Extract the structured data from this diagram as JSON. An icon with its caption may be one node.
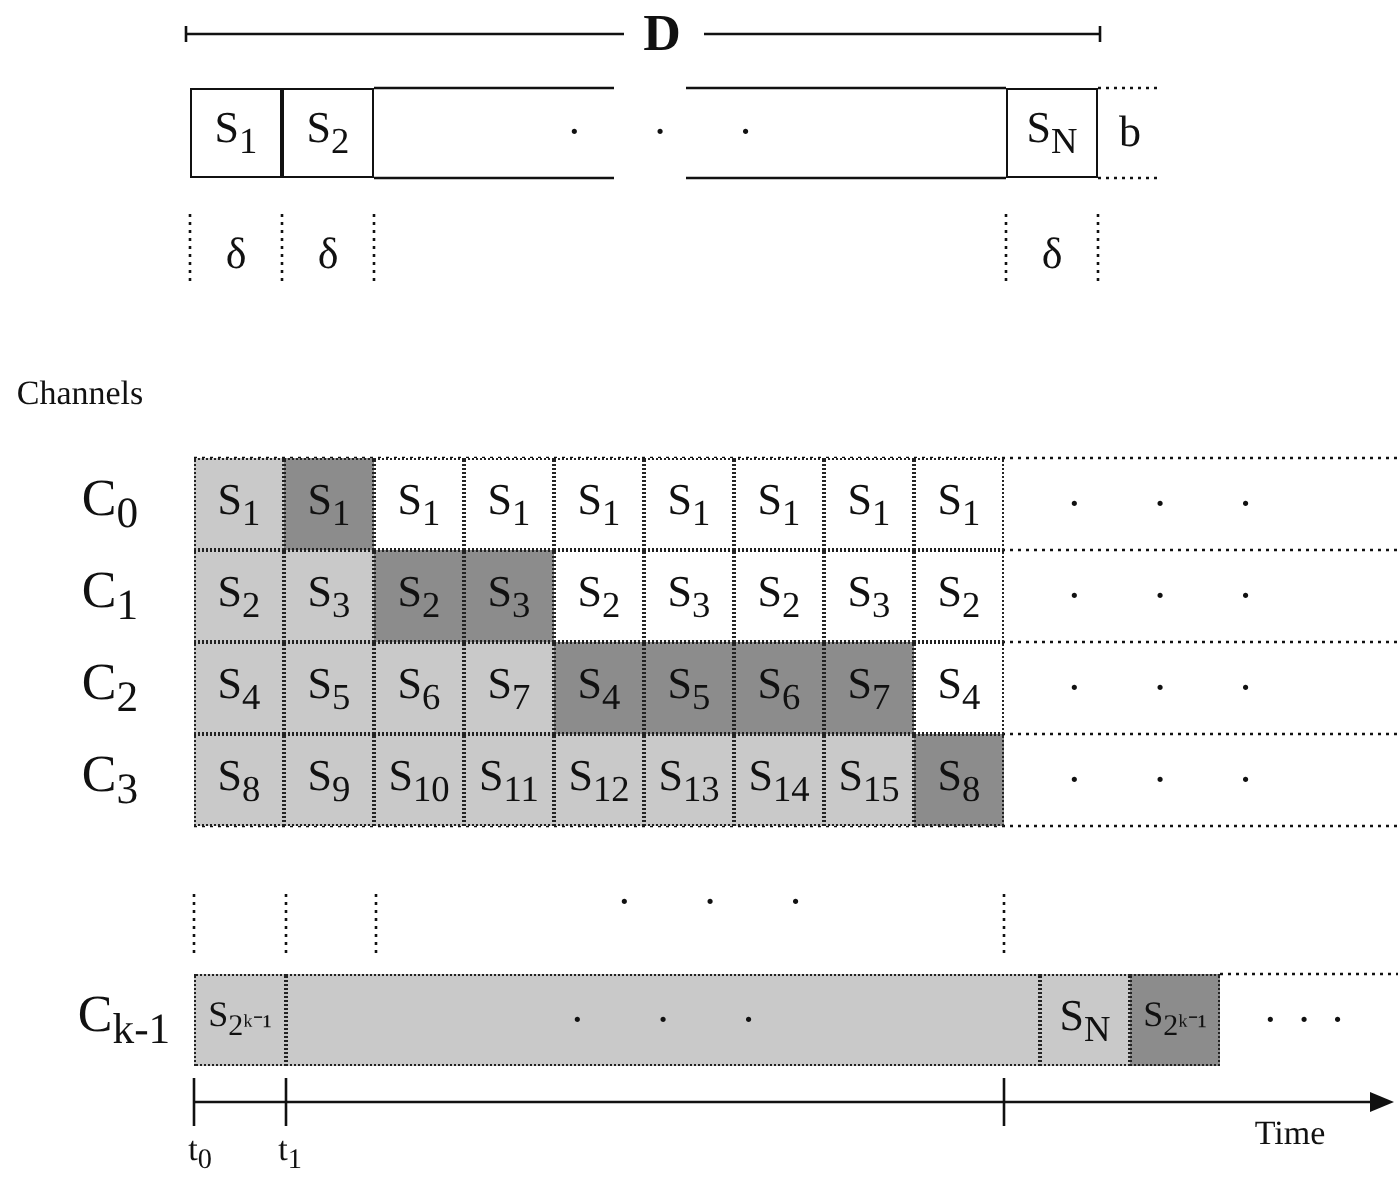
{
  "diagram": {
    "nodes": [
      {
        "text": [
          "S$_{1}$"
        ]
      },
      {
        "text": [
          "S$_{2}$"
        ]
      },
      {
        "text": [
          "S$_{N}$"
        ]
      },
      {
        "text": [
          "S$_{1}$"
        ]
      },
      {
        "text": [
          "S$_{1}$"
        ]
      },
      {
        "text": [
          "S$_{1}$"
        ]
      },
      {
        "text": [
          "S$_{1}$"
        ]
      },
      {
        "text": [
          "S$_{1}$"
        ]
      },
      {
        "text": [
          "S$_{1}$"
        ]
      },
      {
        "text": [
          "S$_{1}$"
        ]
      },
      {
        "text": [
          "S$_{1}$"
        ]
      },
      {
        "text": [
          "S$_{1}$"
        ]
      },
      {
        "text": [
          "S$_{2}$"
        ]
      },
      {
        "text": [
          "S$_{3}$"
        ]
      },
      {
        "text": [
          "S$_{2}$"
        ]
      },
      {
        "text": [
          "S$_{3}$"
        ]
      },
      {
        "text": [
          "S$_{2}$"
        ]
      },
      {
        "text": [
          "S$_{3}$"
        ]
      },
      {
        "text": [
          "S$_{2}$"
        ]
      },
      {
        "text": [
          "S$_{3}$"
        ]
      },
      {
        "text": [
          "S$_{2}$"
        ]
      },
      {
        "text": [
          "S$_{4}$"
        ]
      },
      {
        "text": [
          "S$_{5}$"
        ]
      },
      {
        "text": [
          "S$_{6}$"
        ]
      },
      {
        "text": [
          "S$_{7}$"
        ]
      },
      {
        "text": [
          "S$_{4}$"
        ]
      },
      {
        "text": [
          "S$_{5}$"
        ]
      },
      {
        "text": [
          "S$_{6}$"
        ]
      },
      {
        "text": [
          "S$_{7}$"
        ]
      },
      {
        "text": [
          "S$_{4}$"
        ]
      },
      {
        "text": [
          "S$_{8}$"
        ]
      },
      {
        "text": [
          "S$_{9}$"
        ]
      },
      {
        "text": [
          "S$_{10}$"
        ]
      },
      {
        "text": [
          "S$_{11}$"
        ]
      },
      {
        "text": [
          "S$_{12}$"
        ]
      },
      {
        "text": [
          "S$_{13}$"
        ]
      },
      {
        "text": [
          "S$_{14}$"
        ]
      },
      {
        "text": [
          "S$_{15}$"
        ]
      },
      {
        "text": [
          "S$_{8}$"
        ]
      },
      {
        "text": [
          "S$_{2ᵏ⁻¹}$"
        ]
      },
      {
        "text": [
          "· · ·"
        ]
      },
      {
        "text": [
          "S$_{N}$"
        ]
      },
      {
        "text": [
          "S$_{2ᵏ⁻¹}$"
        ]
      }
    ],
    "labels": [
      "D",
      "· · ·",
      "b",
      "δ",
      "δ",
      "δ",
      "Channels",
      "C$_{0}$",
      "C$_{1}$",
      "C$_{2}$",
      "C$_{3}$",
      "· · ·",
      "· · ·",
      "· · ·",
      "· · ·",
      "· · ·",
      "C$_{k-1}$",
      "· · ·",
      "t$_{0}$",
      "t$_{1}$",
      "Time"
    ]
  }
}
